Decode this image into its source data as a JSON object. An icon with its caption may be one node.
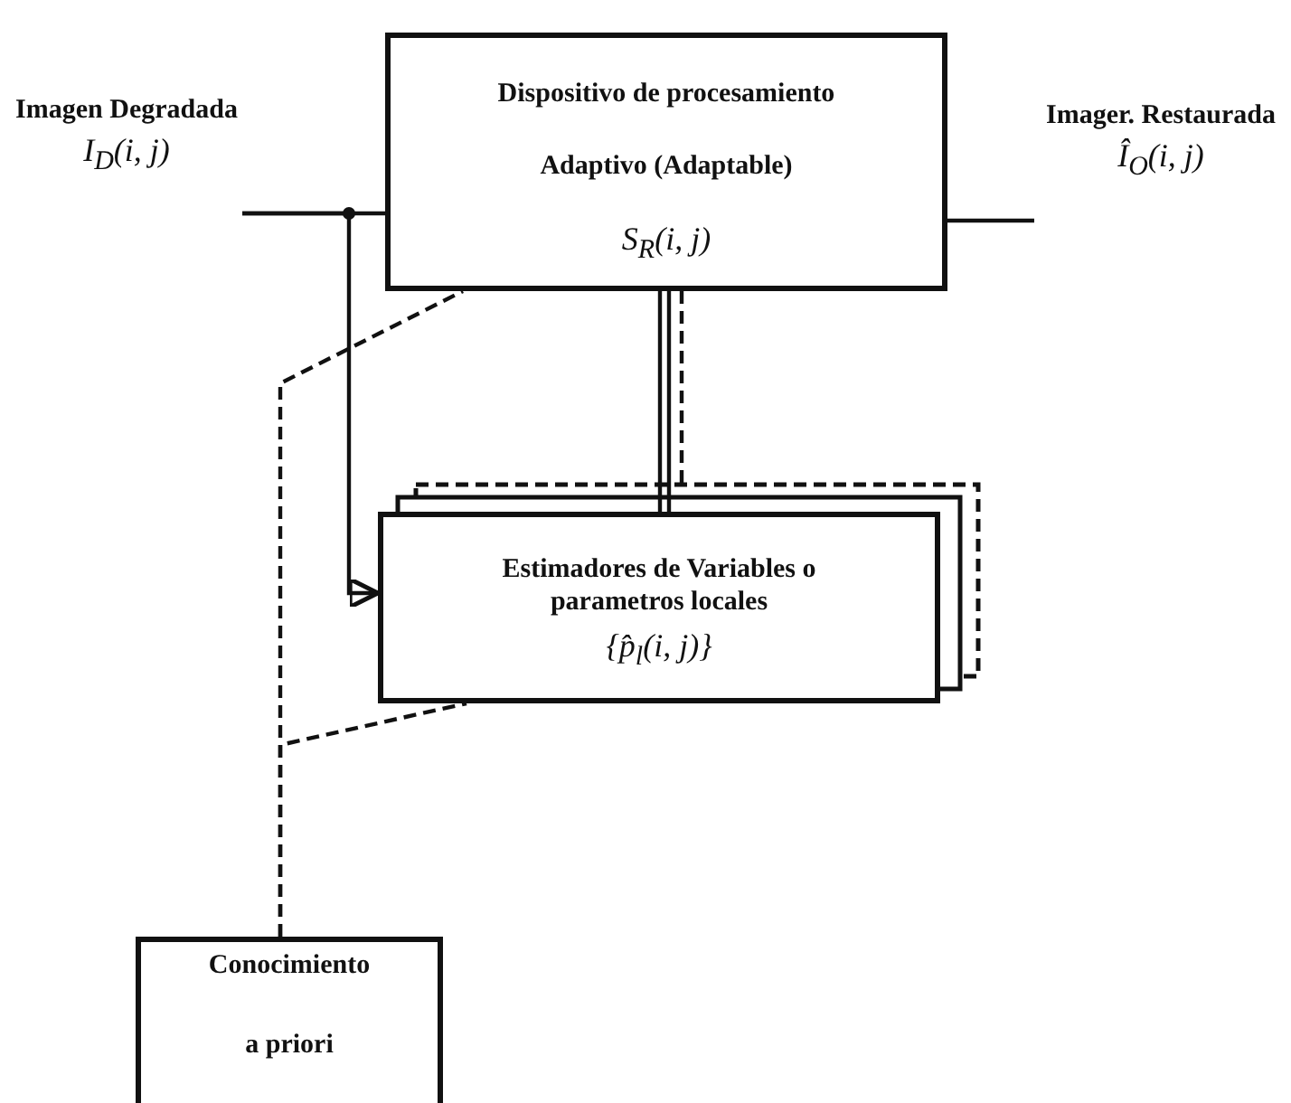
{
  "diagram": {
    "nodes": [
      {
        "text": [
          "Dispositivo de procesamiento",
          "Adaptivo (Adaptable)",
          "S$_{R}$(i, j)"
        ]
      },
      {
        "text": [
          "Estimadores de Variables o parametros locales",
          "{p̂$_{l}$(i, j)}"
        ]
      },
      {
        "text": [
          "Conocimiento",
          "a priori"
        ]
      },
      {
        "text": [
          "Imagen Degradada",
          "I$_{D}$(i, j)"
        ]
      },
      {
        "text": [
          "Imager. Restaurada",
          "Î$_{O}$(i, j)"
        ]
      }
    ],
    "edges": [
      {
        "from": 3,
        "to": 0,
        "arrow": "none"
      },
      {
        "from": 3,
        "to": 1,
        "arrow": "to"
      },
      {
        "from": 0,
        "to": 4,
        "arrow": "none"
      },
      {
        "from": 0,
        "to": 1,
        "arrow": "none"
      },
      {
        "from": 0,
        "to": 1,
        "arrow": "none",
        "style": "dashed"
      },
      {
        "from": 2,
        "to": 0,
        "arrow": "none",
        "style": "dashed"
      },
      {
        "from": 2,
        "to": 1,
        "arrow": "none",
        "style": "dashed"
      }
    ]
  }
}
